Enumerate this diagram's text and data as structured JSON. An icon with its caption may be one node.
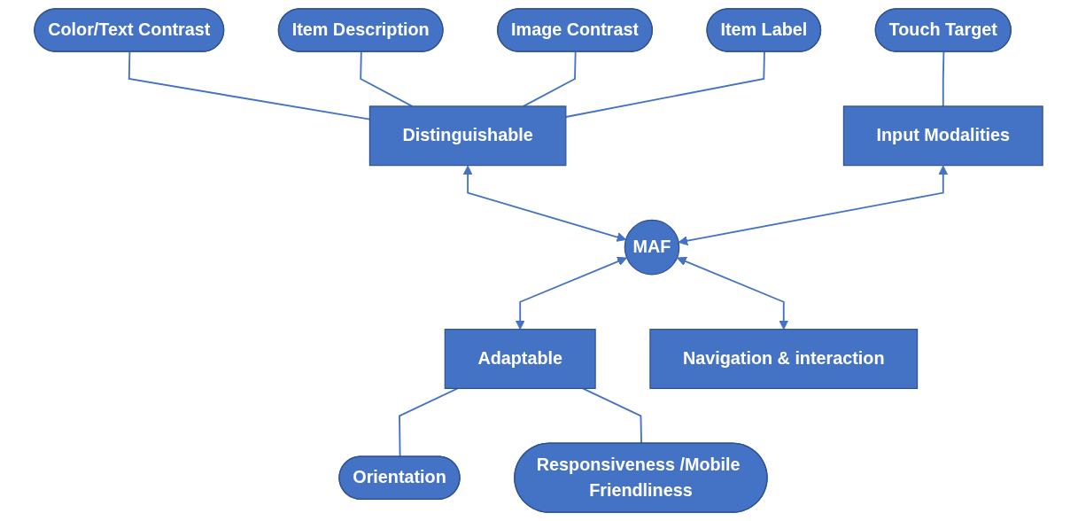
{
  "diagram": {
    "nodes": [
      {
        "text": [
          "Color/Text Contrast"
        ]
      },
      {
        "text": [
          "Item Description"
        ]
      },
      {
        "text": [
          "Image Contrast"
        ]
      },
      {
        "text": [
          "Item Label"
        ]
      },
      {
        "text": [
          "Distinguishable"
        ]
      },
      {
        "text": [
          "Touch Target"
        ]
      },
      {
        "text": [
          "Input Modalities"
        ]
      },
      {
        "text": [
          "MAF"
        ]
      },
      {
        "text": [
          "Adaptable"
        ]
      },
      {
        "text": [
          "Orientation"
        ]
      },
      {
        "text": [
          "Responsiveness /Mobile Friendliness"
        ]
      },
      {
        "text": [
          "Navigation & interaction"
        ]
      }
    ],
    "edges": [
      {
        "from": 0,
        "to": 4,
        "arrow": "none"
      },
      {
        "from": 1,
        "to": 4,
        "arrow": "none"
      },
      {
        "from": 2,
        "to": 4,
        "arrow": "none"
      },
      {
        "from": 3,
        "to": 4,
        "arrow": "none"
      },
      {
        "from": 4,
        "to": 7,
        "arrow": "both"
      },
      {
        "from": 5,
        "to": 6,
        "arrow": "none"
      },
      {
        "from": 6,
        "to": 7,
        "arrow": "both"
      },
      {
        "from": 7,
        "to": 8,
        "arrow": "both"
      },
      {
        "from": 8,
        "to": 9,
        "arrow": "none"
      },
      {
        "from": 8,
        "to": 10,
        "arrow": "none"
      },
      {
        "from": 7,
        "to": 11,
        "arrow": "both"
      }
    ]
  }
}
